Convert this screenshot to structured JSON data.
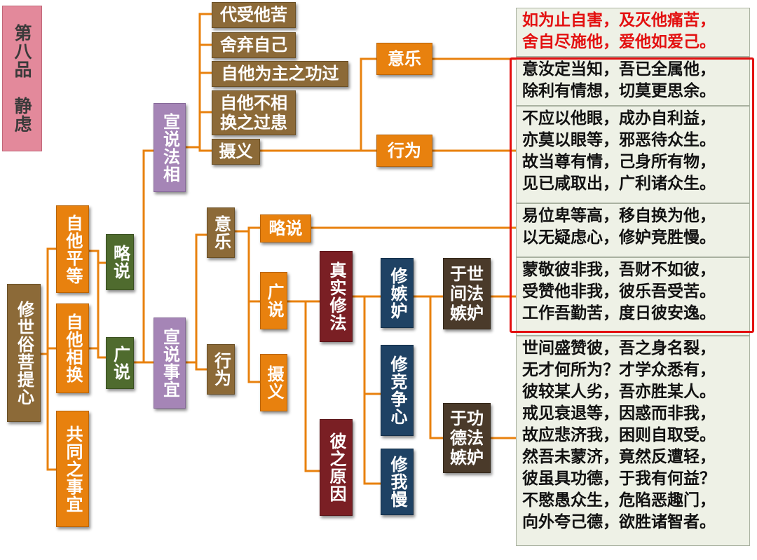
{
  "colors": {
    "connector": "#e8810e",
    "highlight": "#e31010",
    "verse_bg": "#eef1e6"
  },
  "title": "第八品　静虑",
  "nodes": {
    "root": "修世俗菩提心",
    "equal_self_other": "自他平等",
    "exchange_self_other": "自他相换",
    "common_matters": "共同之事宜",
    "brief": "略说",
    "extensive": "广说",
    "dharma_aspect": "宣说法相",
    "practice_matters": "宣说事宜",
    "bear_suffering": "代受他苦",
    "abandon_self": "舍弃自己",
    "self_other_merit": "自他为主之功过",
    "no_exchange_fault": "自他不相换之过患",
    "summary": "摄义",
    "intent_top": "意乐",
    "conduct_top": "行为",
    "intent_mid": "意乐",
    "conduct_mid": "行为",
    "brief_mid": "略说",
    "extensive_mid": "广说",
    "summary_mid": "摄义",
    "true_practice": "真实修法",
    "causes": "彼之原因",
    "cultivate_envy": "修嫉妒",
    "cultivate_competition": "修竞争心",
    "cultivate_pride": "修我慢",
    "worldly_envy": "于世间法嫉妒",
    "merit_envy": "于功德法嫉妒"
  },
  "verses": [
    {
      "lines": [
        "如为止自害，及灭他痛苦，",
        "舍自尽施他，爱他如爱己。"
      ]
    },
    {
      "lines": [
        "意汝定当知，吾已全属他，",
        "除利有情想，切莫更思余。"
      ]
    },
    {
      "lines": [
        "不应以他眼，成办自利益，",
        "亦莫以眼等，邪恶待众生。",
        "故当尊有情，己身所有物，",
        "见已咸取出，广利诸众生。"
      ]
    },
    {
      "lines": [
        "易位卑等高，移自换为他，",
        "以无疑虑心，修妒竞胜慢。"
      ]
    },
    {
      "lines": [
        "蒙敬彼非我，吾财不如彼，",
        "受赞他非我，彼乐吾受苦。",
        "工作吾勤苦，度日彼安逸。"
      ]
    },
    {
      "lines": [
        "世间盛赞彼，吾之身名裂，",
        "无才何所为？才学众悉有，",
        "彼较某人劣，吾亦胜某人。",
        "戒见衰退等，因惑而非我，",
        "故应悲济我，困则自取受。",
        "然吾未蒙济，竟然反遭轻，",
        "彼虽具功德，于我有何益？",
        "不愍愚众生，危陷恶趣门，",
        "向外夸己德，欲胜诸智者。"
      ]
    }
  ]
}
